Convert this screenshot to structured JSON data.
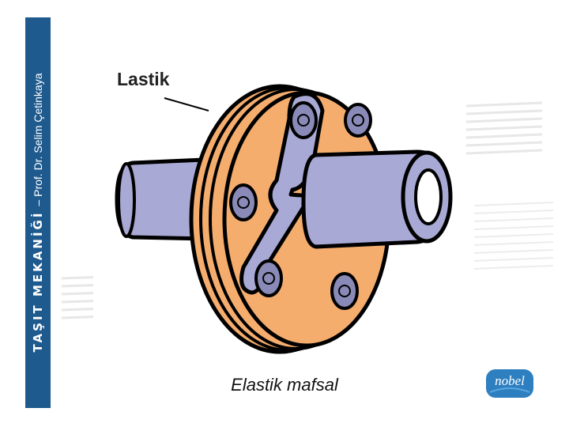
{
  "sidebar": {
    "title": "TAŞIT MEKANİĞİ",
    "author": "– Prof. Dr. Selim Çetinkaya",
    "color": "#1f5a8e"
  },
  "figure": {
    "label_lastik": "Lastik",
    "colors": {
      "rubber": "#f5ad6e",
      "metal": "#a9a9d6",
      "outline": "#000000"
    }
  },
  "caption": "Elastik mafsal",
  "logo": {
    "text": "nobel",
    "color": "#2e7fc0"
  }
}
